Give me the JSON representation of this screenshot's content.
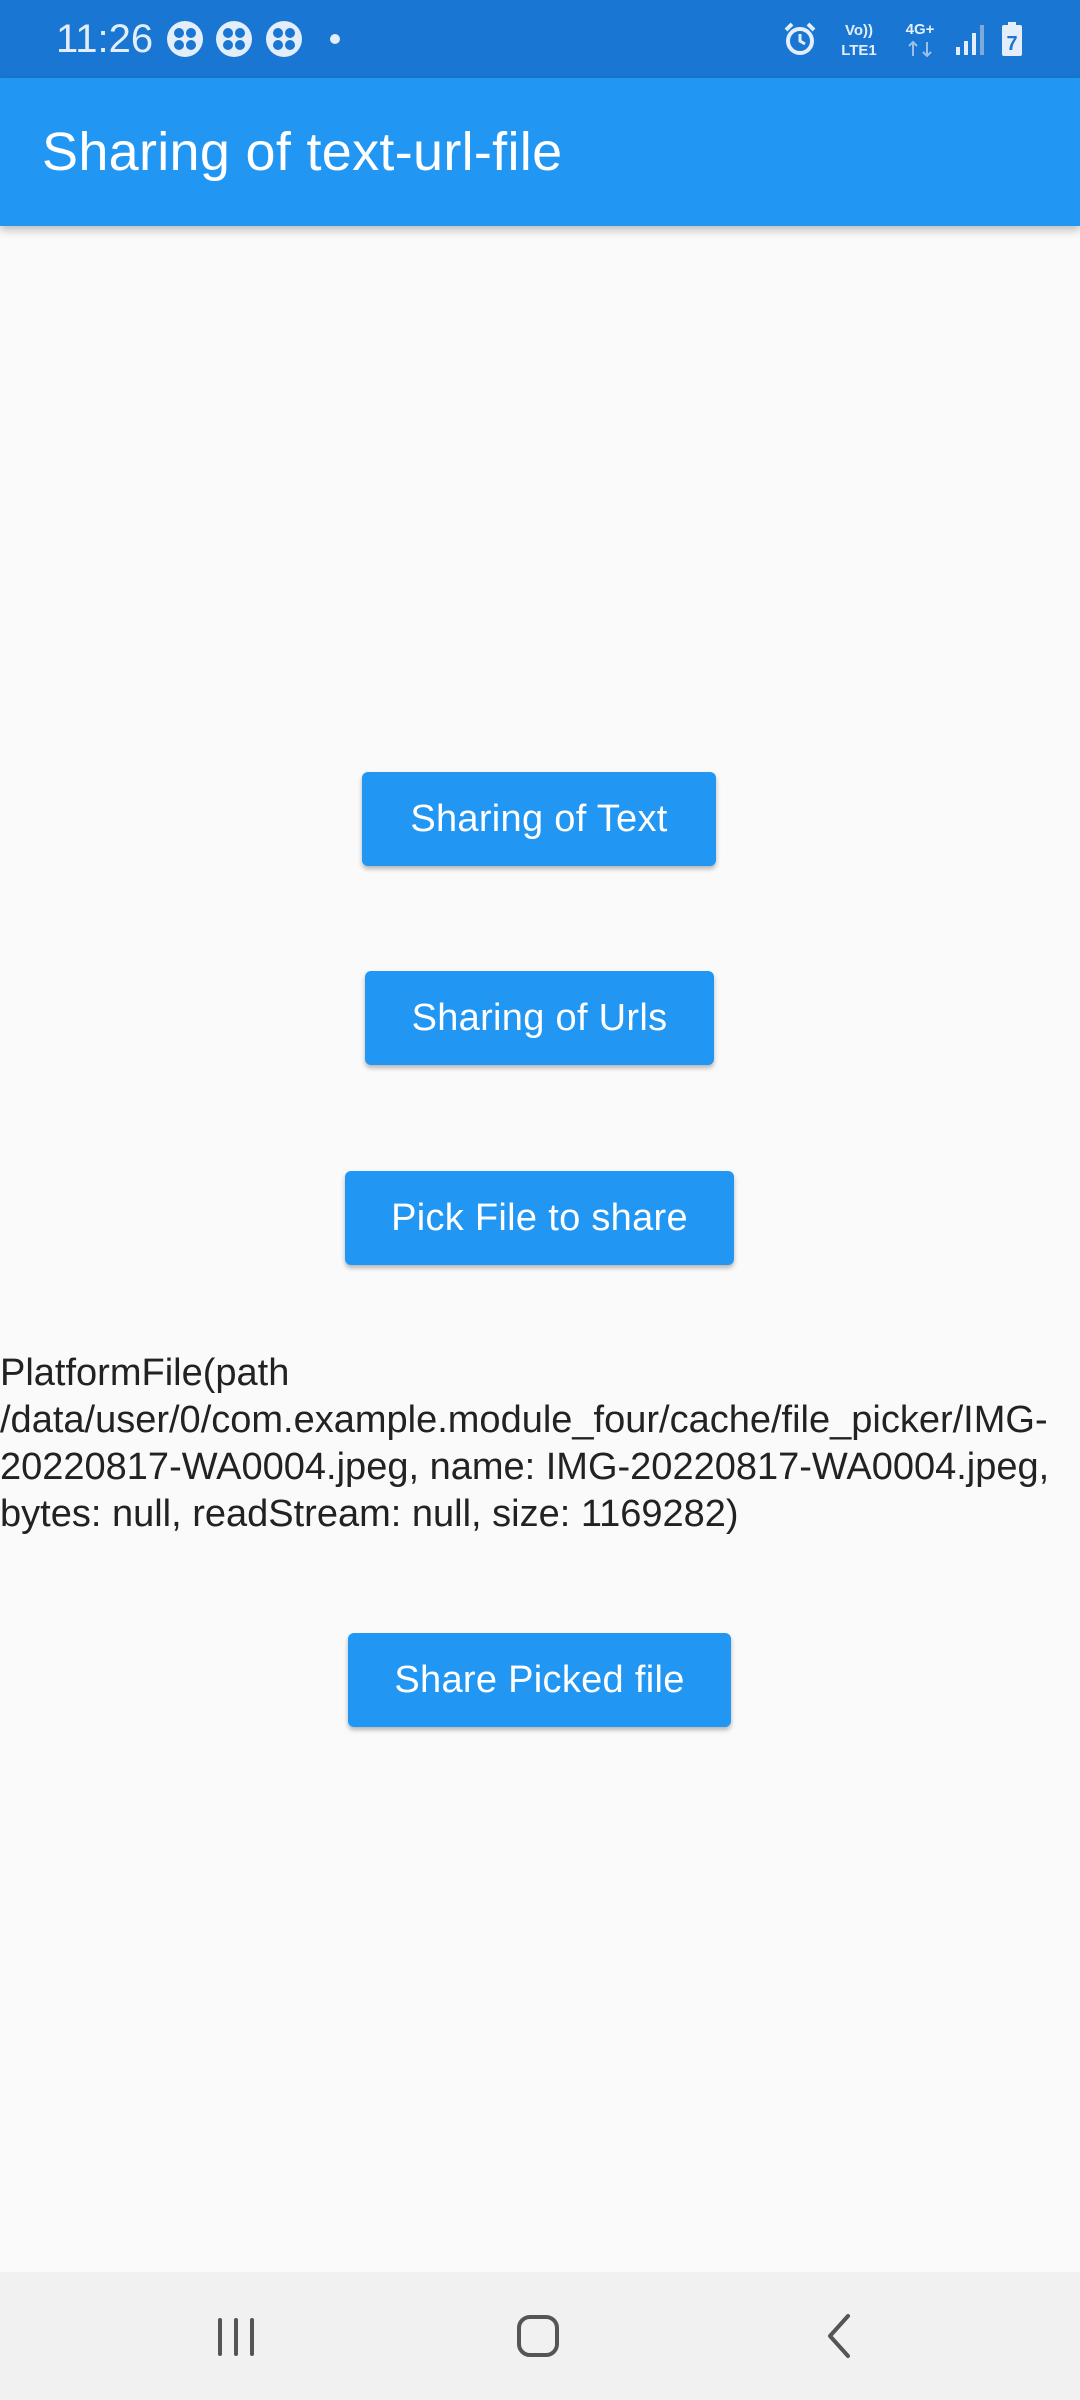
{
  "status_bar": {
    "time": "11:26",
    "network_top": "Vo))",
    "network_bottom": "LTE1",
    "network_type": "4G+",
    "battery_level": "7",
    "icons": [
      "app-notification-icon",
      "app-notification-icon",
      "app-notification-icon",
      "alarm-icon",
      "signal-icon",
      "battery-icon"
    ]
  },
  "app_bar": {
    "title": "Sharing of text-url-file"
  },
  "buttons": {
    "share_text": "Sharing of Text",
    "share_urls": "Sharing of Urls",
    "pick_file": "Pick File to share",
    "share_picked": "Share Picked file"
  },
  "file_info": "PlatformFile(path /data/user/0/com.example.module_four/cache/file_picker/IMG-20220817-WA0004.jpeg, name: IMG-20220817-WA0004.jpeg, bytes: null, readStream: null, size: 1169282)",
  "nav_bar": {
    "icons": [
      "recent-apps-icon",
      "home-icon",
      "back-icon"
    ]
  },
  "colors": {
    "status_bar": "#1976d2",
    "app_bar": "#2196f3",
    "button": "#2196f3",
    "background": "#fafafa",
    "nav_bar": "#f1f1f1"
  }
}
